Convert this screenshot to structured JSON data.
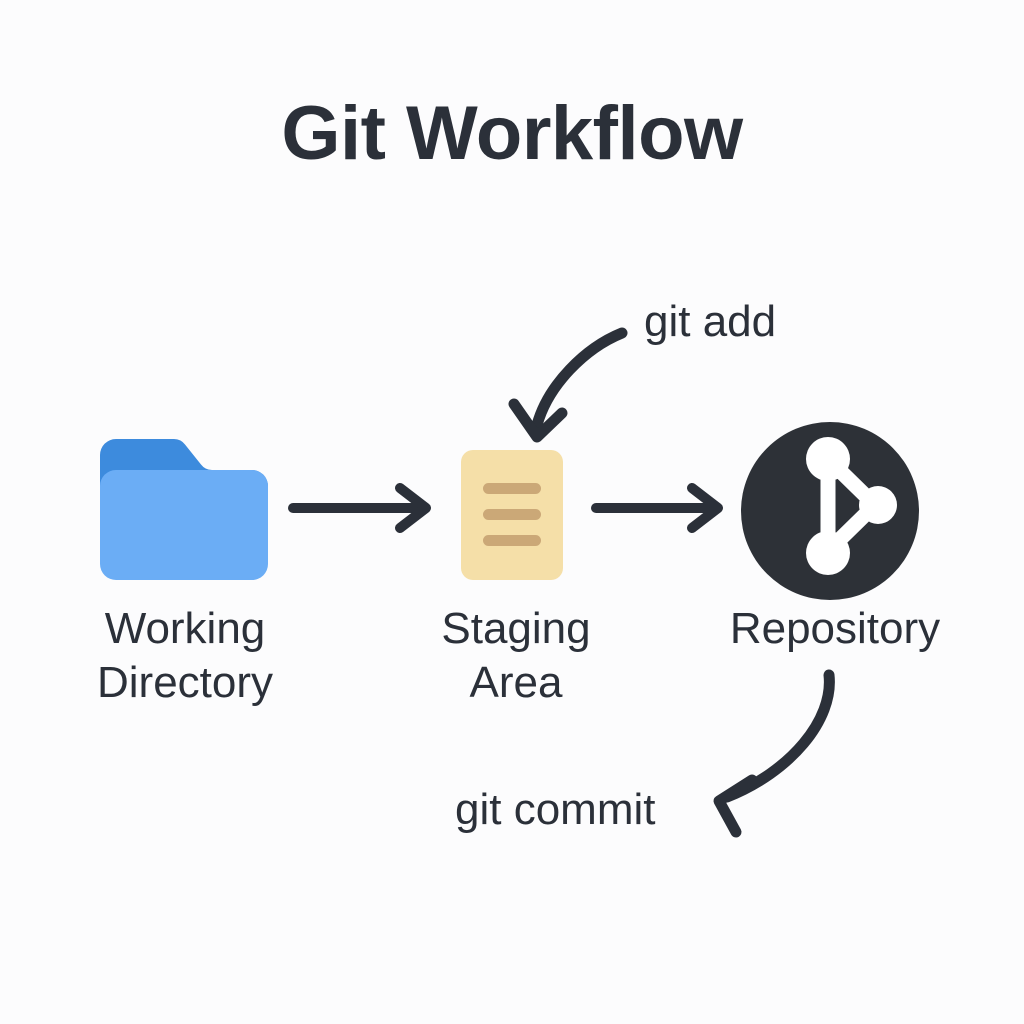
{
  "page": {
    "title": "Git Workflow",
    "background_color": "#fcfcfd",
    "text_color": "#2b3039"
  },
  "diagram": {
    "type": "flow",
    "nodes": [
      {
        "id": "working-directory",
        "label_line1": "Working",
        "label_line2": "Directory",
        "icon": "folder-icon",
        "icon_colors": {
          "tab": "#3d8bdd",
          "body": "#6badf5"
        }
      },
      {
        "id": "staging-area",
        "label_line1": "Staging",
        "label_line2": "Area",
        "icon": "document-icon",
        "icon_colors": {
          "paper": "#f5dfa8",
          "lines": "#cba877"
        }
      },
      {
        "id": "repository",
        "label_line1": "Repository",
        "label_line2": "",
        "icon": "repository-graph-icon",
        "icon_colors": {
          "circle": "#2d3137",
          "graph": "#ffffff"
        }
      }
    ],
    "edges": [
      {
        "id": "edge-working-to-staging",
        "style": "straight-arrow",
        "label": ""
      },
      {
        "id": "edge-staging-to-repository",
        "style": "straight-arrow",
        "label": ""
      },
      {
        "id": "edge-git-add",
        "style": "curved-arrow",
        "label": "git add"
      },
      {
        "id": "edge-git-commit",
        "style": "curved-arrow",
        "label": "git commit"
      }
    ],
    "commands": {
      "add": "git add",
      "commit": "git commit"
    },
    "arrow_color": "#2b3039"
  }
}
